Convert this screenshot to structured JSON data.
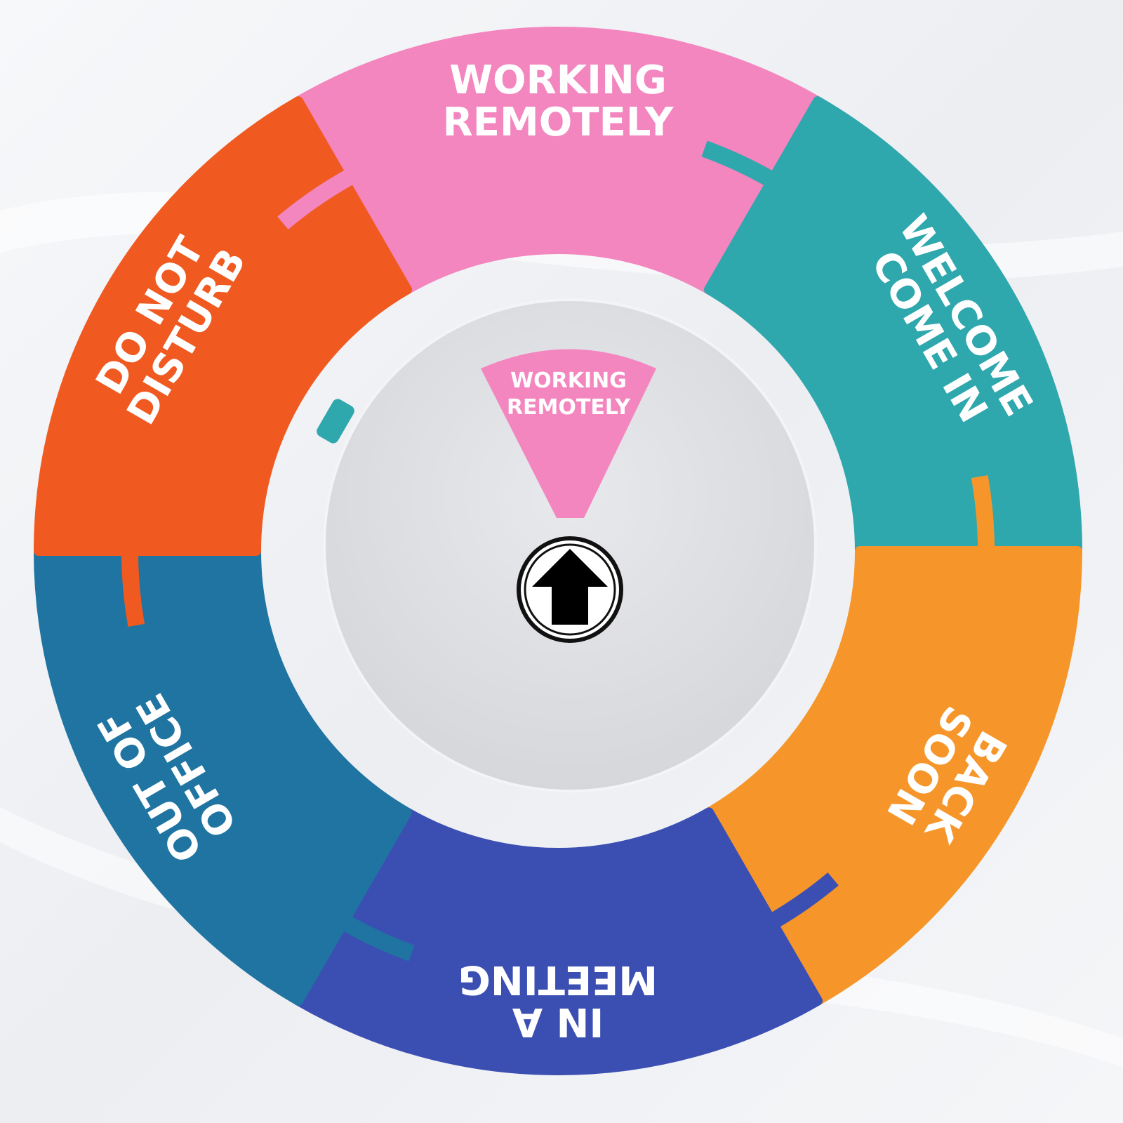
{
  "colors": {
    "background": "#f2f3f6",
    "hub": "#dcdde0",
    "pointer_ring": "#111111"
  },
  "segments": [
    {
      "id": "working-remotely",
      "lines": [
        "WORKING",
        "REMOTELY"
      ],
      "color": "#f385bf"
    },
    {
      "id": "welcome-come-in",
      "lines": [
        "WELCOME",
        "COME IN"
      ],
      "color": "#2ea7ad"
    },
    {
      "id": "back-soon",
      "lines": [
        "BACK",
        "SOON"
      ],
      "color": "#f6962a"
    },
    {
      "id": "in-a-meeting",
      "lines": [
        "IN A",
        "MEETING"
      ],
      "color": "#3b4fb3"
    },
    {
      "id": "out-of-office",
      "lines": [
        "OUT OF",
        "OFFICE"
      ],
      "color": "#1f74a1"
    },
    {
      "id": "do-not-disturb",
      "lines": [
        "DO NOT",
        "DISTURB"
      ],
      "color": "#f05a21"
    }
  ],
  "window": {
    "lines": [
      "WORKING",
      "REMOTELY"
    ],
    "color": "#f385bf"
  },
  "pointer": {
    "icon": "arrow-up-icon"
  }
}
